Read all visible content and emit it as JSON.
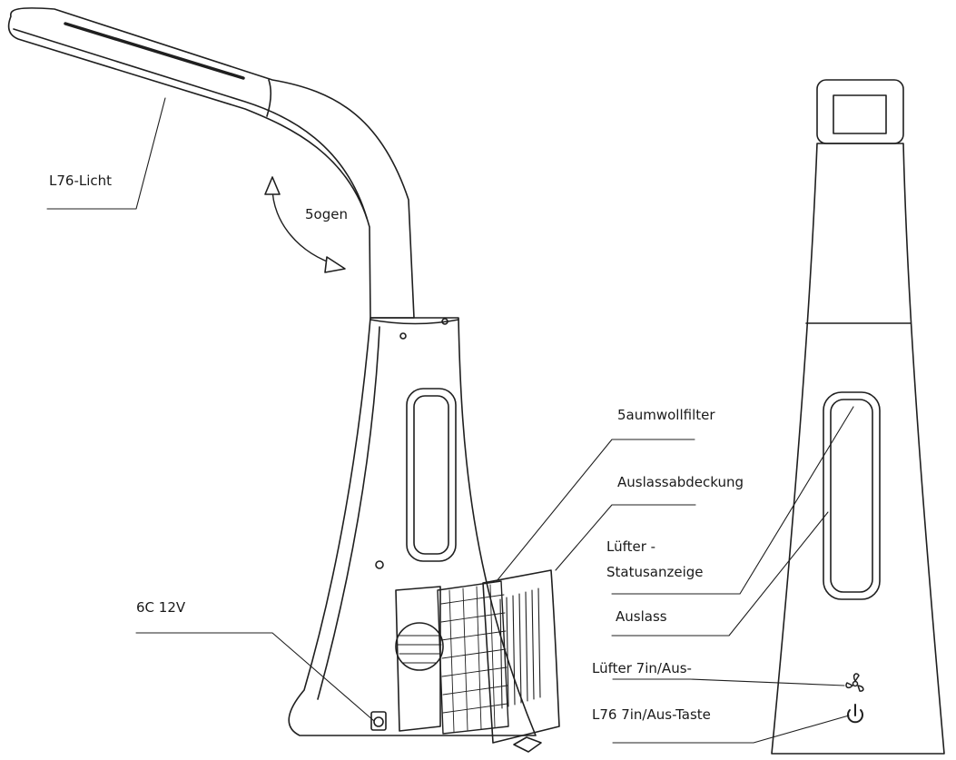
{
  "labels": {
    "led_light": "L76-Licht",
    "arc": "5ogen",
    "cotton_filter": "5aumwollfilter",
    "outlet_cover": "Auslassabdeckung",
    "fan_status_line1": "Lüfter -",
    "fan_status_line2": "Statusanzeige",
    "dc_power": "6C 12V",
    "outlet": "Auslass",
    "fan_switch": "Lüfter 7in/Aus-",
    "led_switch": "L76 7in/Aus-Taste"
  },
  "colors": {
    "line": "#1f1f1f",
    "background": "#ffffff"
  },
  "icons": [
    "fan-icon",
    "power-icon",
    "dc-jack-icon",
    "double-arrow-icon"
  ]
}
